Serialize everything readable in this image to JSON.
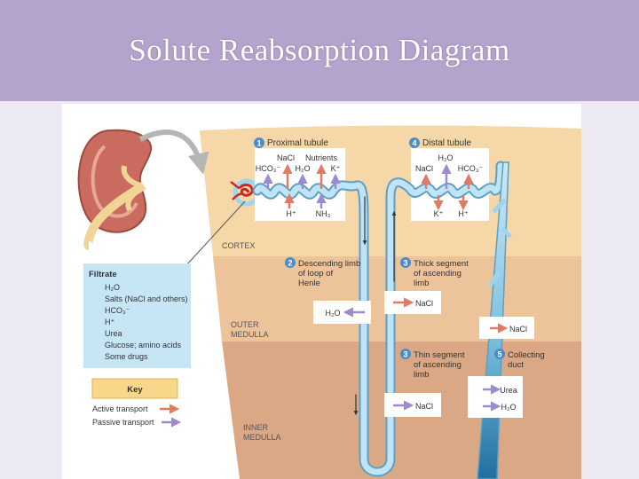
{
  "slide": {
    "title": "Solute Reabsorption Diagram"
  },
  "colors": {
    "header_bg": "#b3a3cd",
    "active_arrow": "#e07a63",
    "passive_arrow": "#9c8ccf",
    "cortex": "#f6d8a8",
    "outer_medulla": "#edc39a",
    "inner_medulla": "#dba885",
    "filtrate_box": "#c6e5f5",
    "key_box": "#f8d78a",
    "tubule": "#9fd4ec"
  },
  "diagram": {
    "regions": {
      "cortex": "CORTEX",
      "outer_medulla": [
        "OUTER",
        "MEDULLA"
      ],
      "inner_medulla": [
        "INNER",
        "MEDULLA"
      ]
    },
    "filtrate": {
      "title": "Filtrate",
      "items": [
        "H₂O",
        "Salts (NaCl and others)",
        "HCO₃⁻",
        "H⁺",
        "Urea",
        "Glucose; amino acids",
        "Some drugs"
      ]
    },
    "key": {
      "title": "Key",
      "active": "Active transport",
      "passive": "Passive transport"
    },
    "sections": {
      "proximal": {
        "number": "1",
        "label": "Proximal tubule",
        "top_labels": [
          "NaCl",
          "Nutrients",
          "HCO₃⁻",
          "H₂O",
          "K⁺"
        ],
        "bottom_labels": [
          "H⁺",
          "NH₃"
        ]
      },
      "descending": {
        "number": "2",
        "lines": [
          "Descending limb",
          "of loop of",
          "Henle"
        ],
        "box_label": "H₂O"
      },
      "thick": {
        "number": "3",
        "lines": [
          "Thick segment",
          "of ascending",
          "limb"
        ],
        "box_label": "NaCl"
      },
      "thin": {
        "number": "3",
        "lines": [
          "Thin segment",
          "of ascending",
          "limb"
        ],
        "box_label": "NaCl"
      },
      "distal": {
        "number": "4",
        "label": "Distal tubule",
        "top_labels": [
          "H₂O",
          "NaCl",
          "HCO₃⁻"
        ],
        "bottom_labels": [
          "K⁺",
          "H⁺"
        ]
      },
      "collecting": {
        "number": "5",
        "lines": [
          "Collecting",
          "duct"
        ],
        "box_label_outer": "NaCl",
        "box_labels_inner": [
          "Urea",
          "H₂O"
        ]
      }
    }
  }
}
